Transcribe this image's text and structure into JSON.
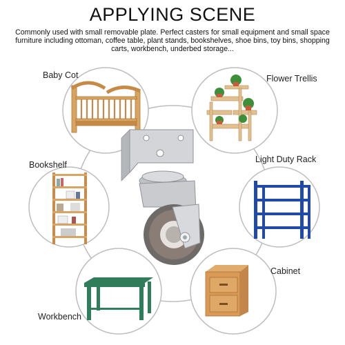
{
  "heading": "APPLYING SCENE",
  "description": "Commonly used with small removable plate. Perfect casters for small equipment and small space furniture including ottoman, coffee table, plant stands, bookshelves, shoe bins, toy bins, shopping carts, workbench, underbed storage...",
  "scenes": [
    {
      "label": "Baby Cot",
      "icon": "crib-icon"
    },
    {
      "label": "Flower Trellis",
      "icon": "plant-stand-icon"
    },
    {
      "label": "Bookshelf",
      "icon": "bookshelf-icon"
    },
    {
      "label": "Light Duty Rack",
      "icon": "shelving-rack-icon"
    },
    {
      "label": "Cabinet",
      "icon": "cabinet-icon"
    },
    {
      "label": "Workbench",
      "icon": "workbench-icon"
    }
  ],
  "product": {
    "icon": "swivel-caster-wheel-icon"
  },
  "colors": {
    "circle_stroke": "#bdbdbd",
    "wood": "#d9a461",
    "rack_blue": "#1f4aa8",
    "bench_green": "#2f7d5a",
    "wheel_gray": "#6e6a68",
    "metal": "#c9cbcf"
  }
}
